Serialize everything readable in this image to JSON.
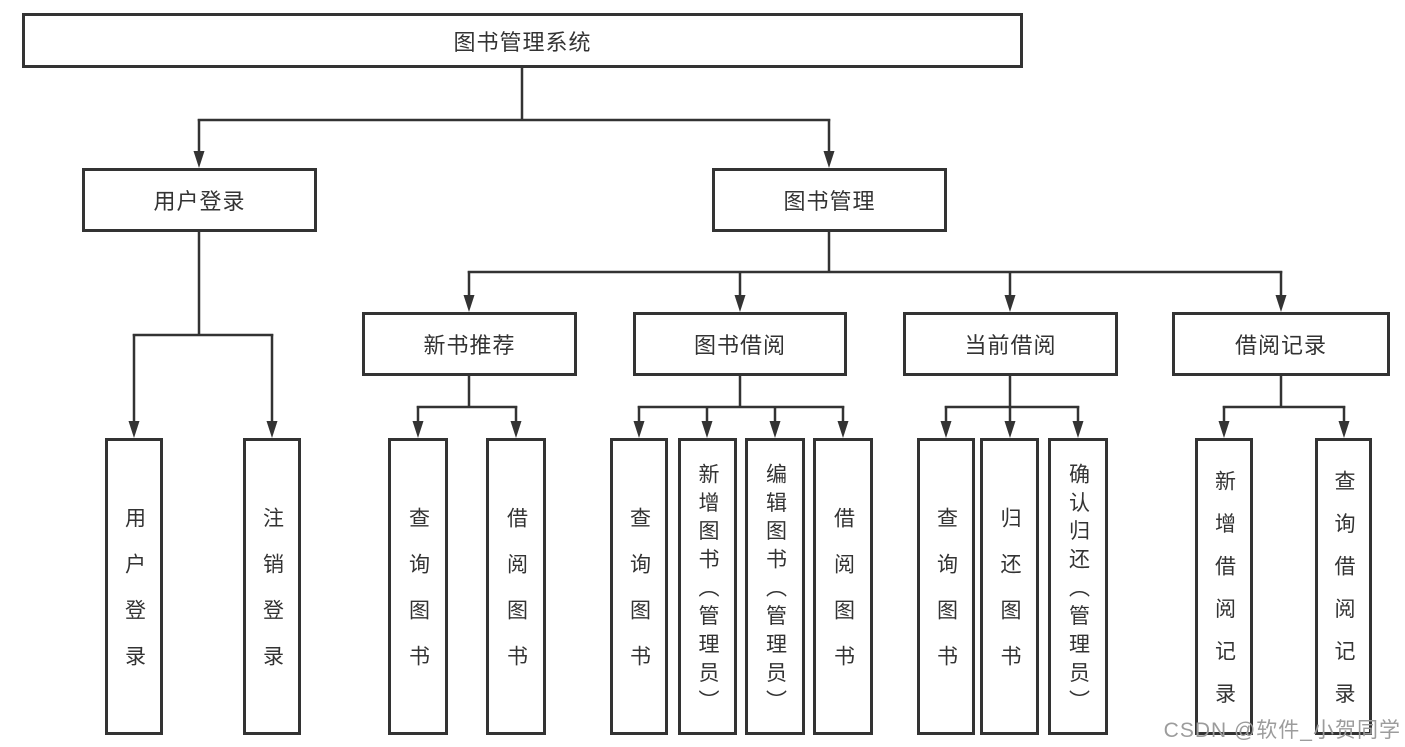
{
  "diagram": {
    "root": {
      "label": "图书管理系统"
    },
    "level2": [
      {
        "label": "用户登录"
      },
      {
        "label": "图书管理"
      }
    ],
    "level3": [
      {
        "label": "新书推荐"
      },
      {
        "label": "图书借阅"
      },
      {
        "label": "当前借阅"
      },
      {
        "label": "借阅记录"
      }
    ],
    "leaves": {
      "user_login": [
        {
          "label": "用户登录"
        },
        {
          "label": "注销登录"
        }
      ],
      "new_book_recommend": [
        {
          "label": "查询图书"
        },
        {
          "label": "借阅图书"
        }
      ],
      "book_borrow": [
        {
          "label": "查询图书"
        },
        {
          "label": "新增图书（管理员）"
        },
        {
          "label": "编辑图书（管理员）"
        },
        {
          "label": "借阅图书"
        }
      ],
      "current_borrow": [
        {
          "label": "查询图书"
        },
        {
          "label": "归还图书"
        },
        {
          "label": "确认归还（管理员）"
        }
      ],
      "borrow_record": [
        {
          "label": "新增借阅记录"
        },
        {
          "label": "查询借阅记录"
        }
      ]
    },
    "watermark": "CSDN @软件_小贺同学",
    "colors": {
      "line": "#333333",
      "text": "#333333",
      "background": "#ffffff",
      "watermark": "#9c9c9c"
    }
  }
}
